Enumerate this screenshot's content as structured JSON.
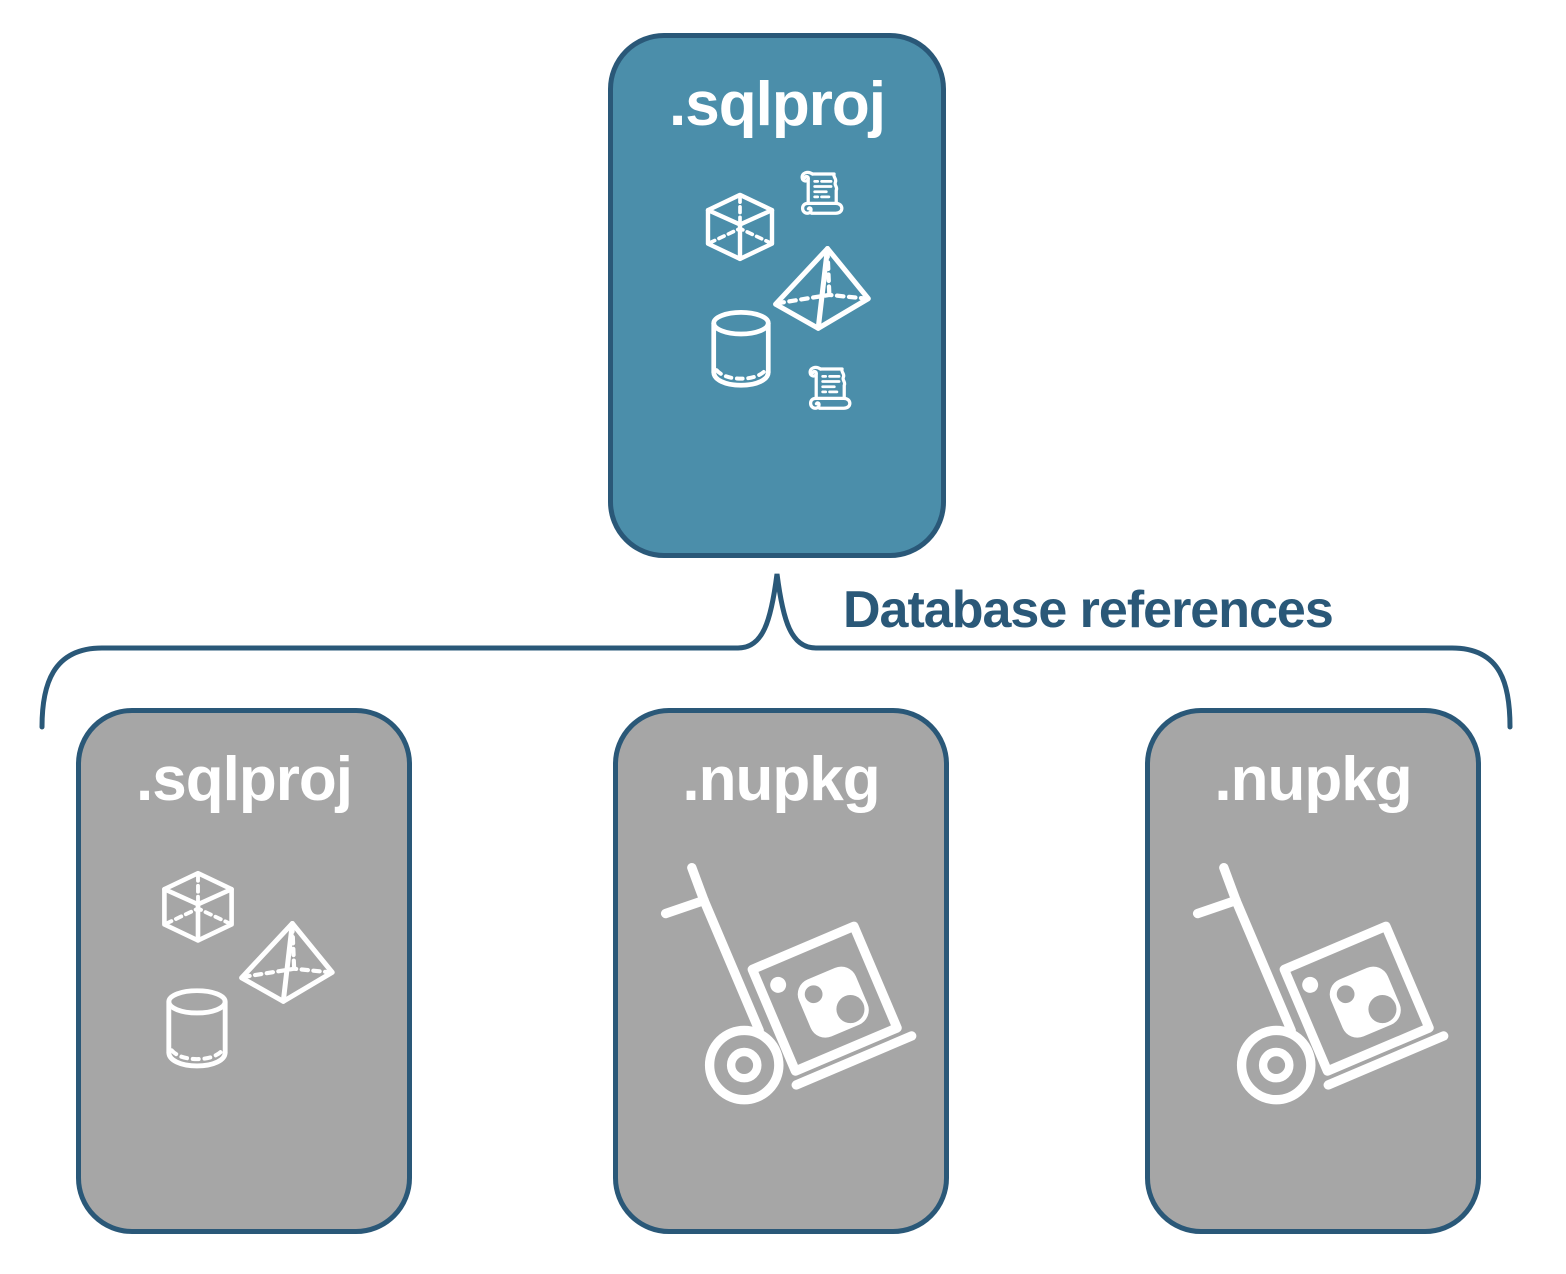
{
  "diagram": {
    "root_node": {
      "label": ".sqlproj",
      "icons": [
        "script-scroll-icon",
        "cube-icon",
        "pyramid-icon",
        "cylinder-icon",
        "script-scroll-icon"
      ]
    },
    "connector": {
      "label": "Database references"
    },
    "child_nodes": [
      {
        "label": ".sqlproj",
        "icons": [
          "cube-icon",
          "pyramid-icon",
          "cylinder-icon"
        ]
      },
      {
        "label": ".nupkg",
        "icons": [
          "nuget-hand-truck-icon"
        ]
      },
      {
        "label": ".nupkg",
        "icons": [
          "nuget-hand-truck-icon"
        ]
      }
    ],
    "colors": {
      "root_fill": "#4B8EAA",
      "child_fill": "#A6A6A6",
      "line_and_text": "#2A5878",
      "icon_stroke": "#FFFFFF"
    }
  }
}
